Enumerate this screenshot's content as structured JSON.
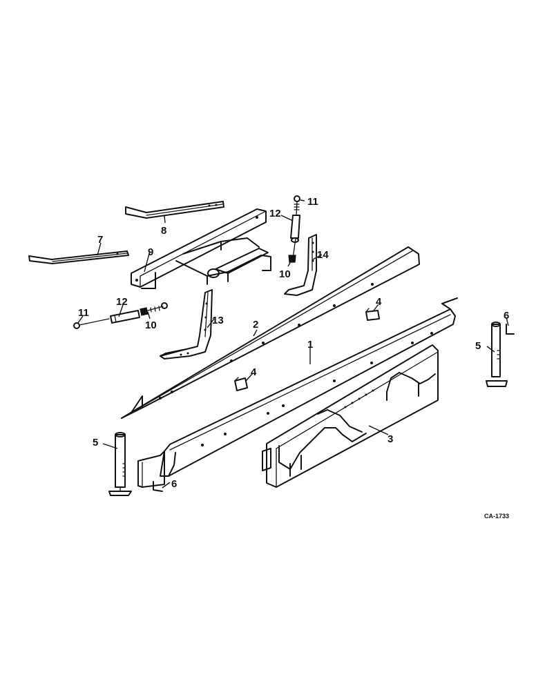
{
  "figure_code": "CA-1733",
  "callouts": {
    "c1": "1",
    "c2": "2",
    "c3": "3",
    "c4a": "4",
    "c4b": "4",
    "c5a": "5",
    "c5b": "5",
    "c6a": "6",
    "c6b": "6",
    "c7": "7",
    "c8": "8",
    "c9": "9",
    "c10a": "10",
    "c10b": "10",
    "c11a": "11",
    "c11b": "11",
    "c12a": "12",
    "c12b": "12",
    "c13": "13",
    "c14": "14"
  }
}
